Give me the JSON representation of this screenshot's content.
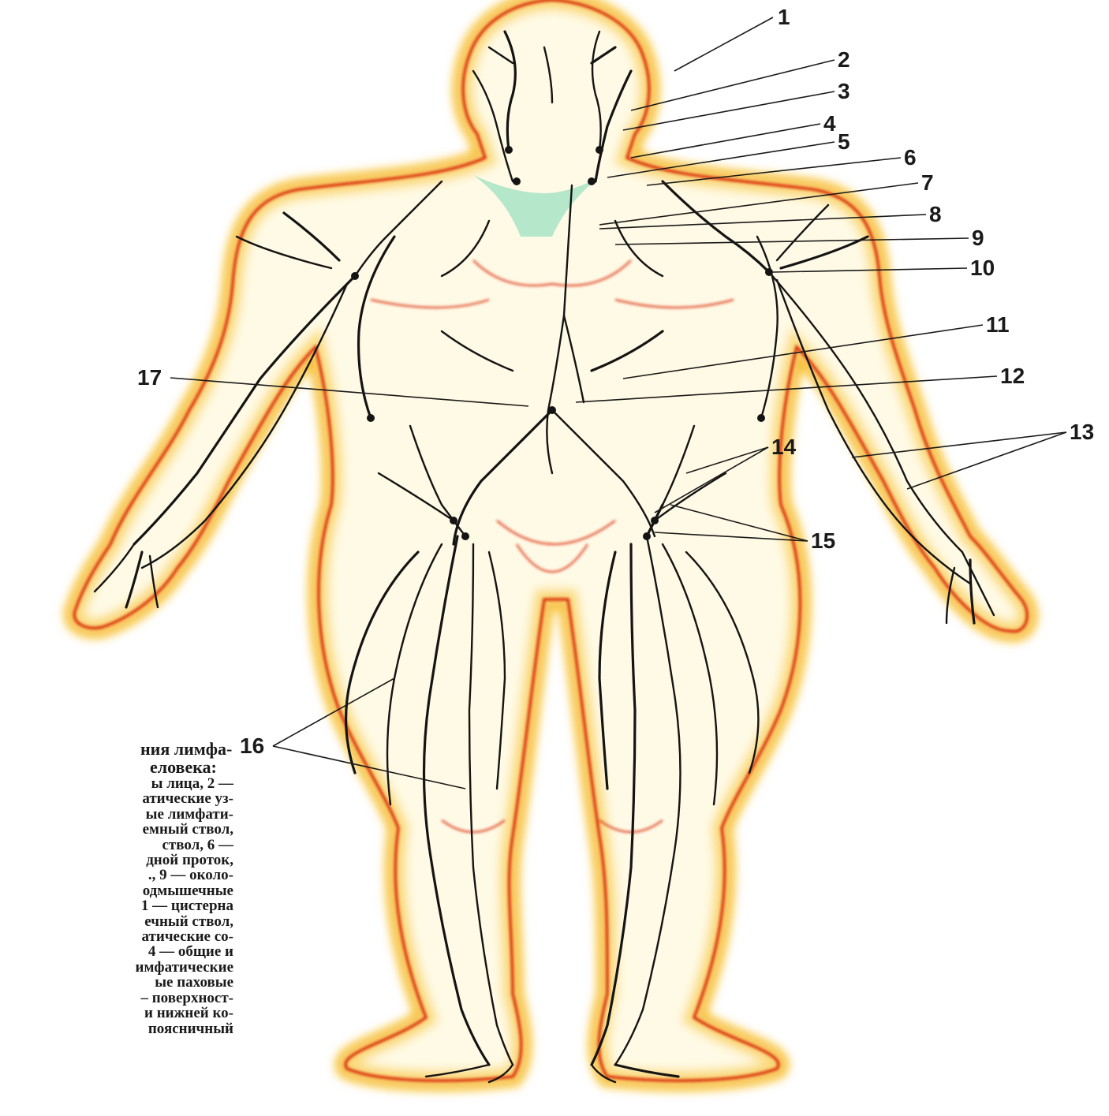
{
  "figure": {
    "colors": {
      "skin_glow": "#f6b400",
      "outline_red": "#d62000",
      "vessel": "#141414",
      "duct_highlight": "#a8e3c6",
      "background": "#ffffff"
    },
    "callouts": [
      "1",
      "2",
      "3",
      "4",
      "5",
      "6",
      "7",
      "8",
      "9",
      "10",
      "11",
      "12",
      "13",
      "14",
      "15",
      "16",
      "17"
    ]
  },
  "caption": {
    "title_lines": [
      "ния лимфа-",
      "еловека:"
    ],
    "body_lines": [
      "ы лица, 2 —",
      "атические уз-",
      "ые лимфати-",
      "емный ствол,",
      "ствол, 6 —",
      "дной проток,",
      "., 9 — около-",
      "одмышечные",
      "1 — цистерна",
      "ечный ствол,",
      "атические со-",
      "4 — общие и",
      "имфатические",
      "ые паховые",
      "– поверхност-",
      "и нижней ко-",
      "поясничный"
    ]
  }
}
